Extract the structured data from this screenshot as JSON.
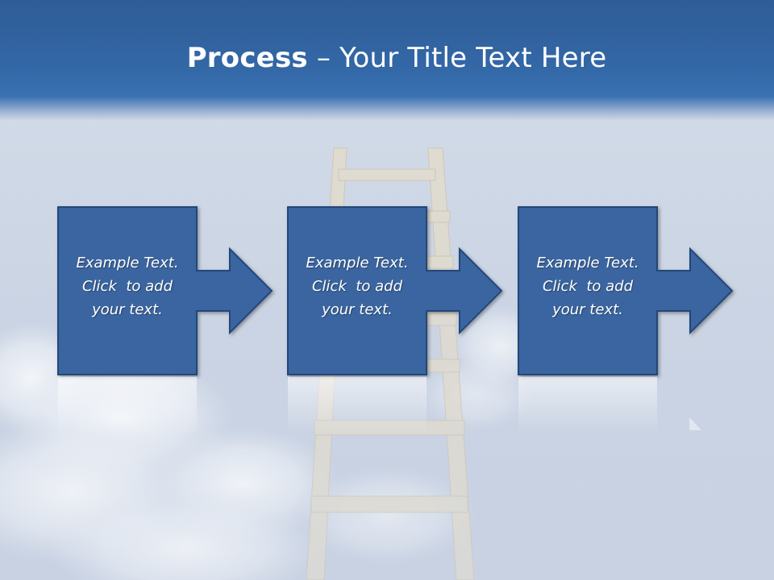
{
  "slide": {
    "title_bold": "Process",
    "title_rest": " – Your Title Text Here",
    "steps": [
      {
        "line1": "Example Text.",
        "line2": "Click  to add",
        "line3": "your text."
      },
      {
        "line1": "Example Text.",
        "line2": "Click  to add",
        "line3": "your text."
      },
      {
        "line1": "Example Text.",
        "line2": "Click  to add",
        "line3": "your text."
      }
    ]
  },
  "colors": {
    "header": "#3367a6",
    "box_fill": "#3a65a0",
    "box_border": "#22467a",
    "text": "#ffffff"
  }
}
